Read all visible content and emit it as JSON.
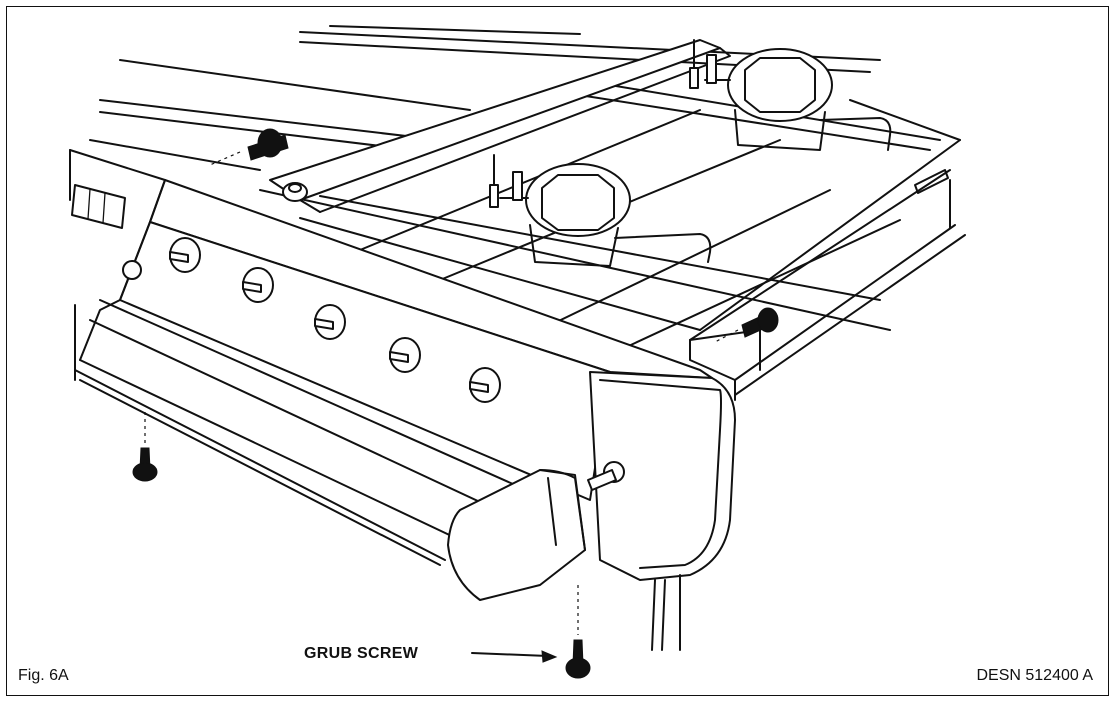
{
  "figure": {
    "label": "Fig. 6A",
    "document_code": "DESN 512400 A"
  },
  "callouts": [
    {
      "text": "GRUB SCREW",
      "target": "front-grub-screw"
    }
  ],
  "colors": {
    "line": "#111111",
    "background": "#ffffff"
  }
}
